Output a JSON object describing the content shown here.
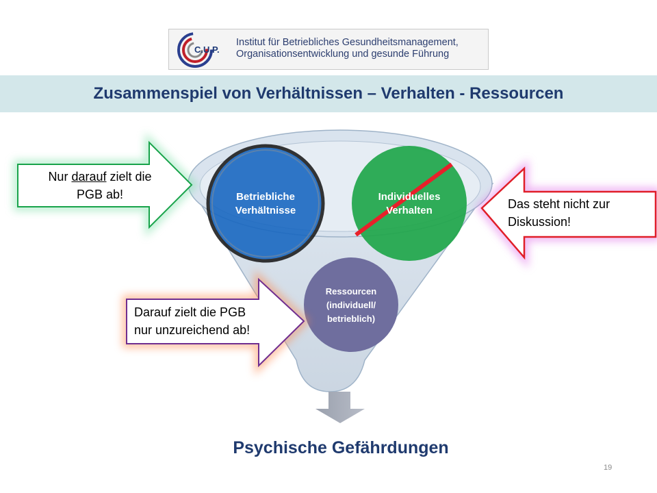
{
  "logo": {
    "brand": "C.U.P.",
    "line1": "Institut für Betriebliches Gesundheitsmanagement,",
    "line2": "Organisationsentwicklung und gesunde Führung"
  },
  "title": "Zusammenspiel von Verhältnissen – Verhalten - Ressourcen",
  "circles": {
    "blue": {
      "line1": "Betriebliche",
      "line2": "Verhältnisse"
    },
    "green": {
      "line1": "Individuelles",
      "line2": "Verhalten"
    },
    "purple": {
      "line1": "Ressourcen",
      "line2": "(individuell/",
      "line3": "betrieblich)"
    }
  },
  "arrows": {
    "left_green": {
      "pre": "Nur ",
      "underlined": "darauf",
      "post": " zielt die",
      "line2": "PGB ab!"
    },
    "right_red": {
      "line1": "Das steht nicht zur",
      "line2": "Diskussion!"
    },
    "left_purple": {
      "line1": "Darauf zielt die PGB",
      "line2": "nur unzureichend ab!"
    }
  },
  "result": "Psychische Gefährdungen",
  "page_number": "19",
  "colors": {
    "title_band": "#d3e7ea",
    "title_text": "#1f3a6e",
    "blue_circle": "#1565c0",
    "green_circle": "#1fa64a",
    "purple_circle": "#6f6e9e",
    "strike": "#e8202a"
  }
}
